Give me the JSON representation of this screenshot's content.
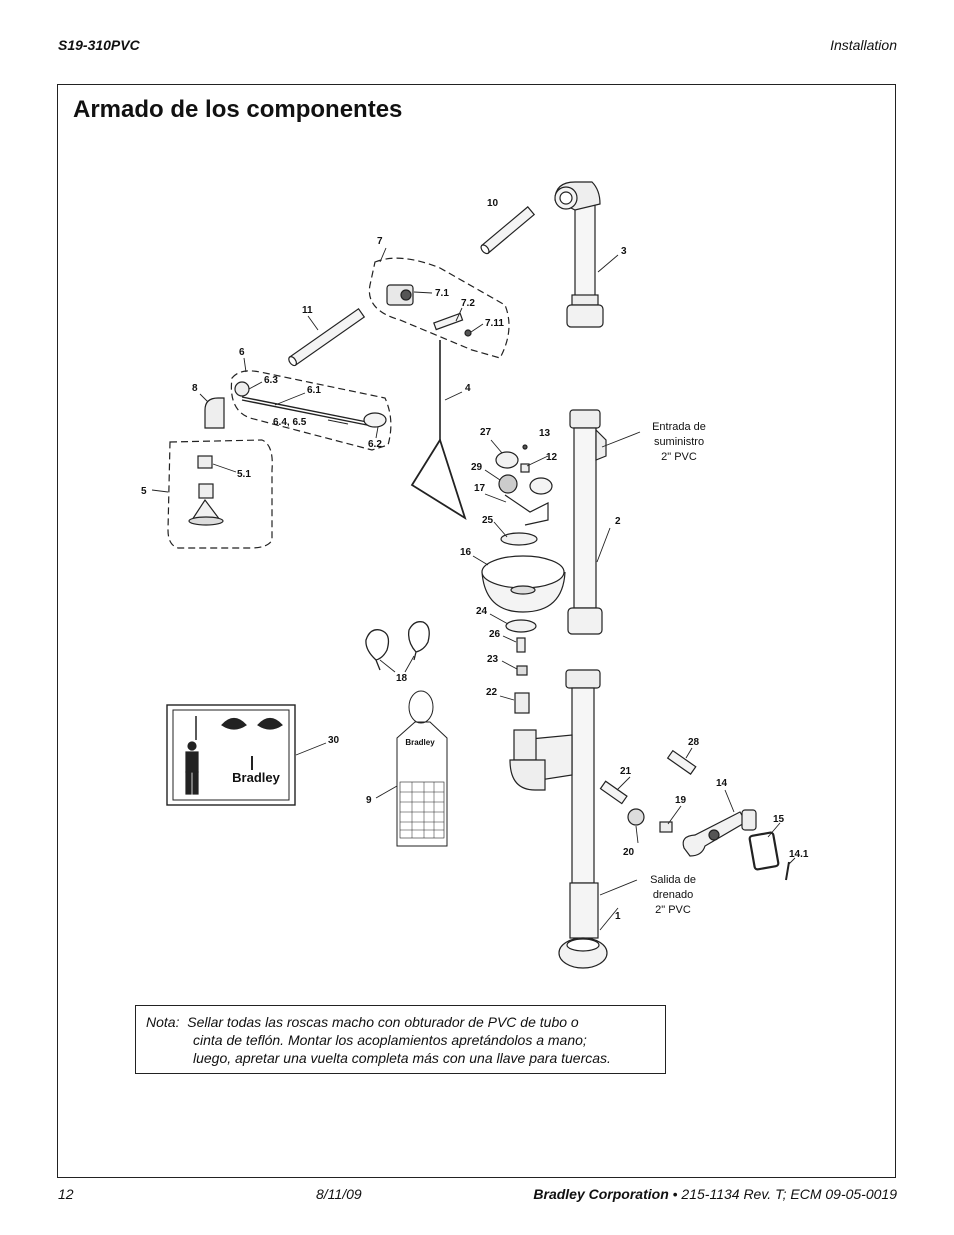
{
  "header": {
    "model": "S19-310PVC",
    "section": "Installation"
  },
  "title": "Armado de los componentes",
  "labels": {
    "p10": "10",
    "p7": "7",
    "p3": "3",
    "p7_1": "7.1",
    "p7_2": "7.2",
    "p7_11": "7.11",
    "p11": "11",
    "p6": "6",
    "p6_3": "6.3",
    "p6_1": "6.1",
    "p8": "8",
    "p4": "4",
    "p6_45": "6.4, 6.5",
    "p6_2": "6.2",
    "p27": "27",
    "p13": "13",
    "p12": "12",
    "p29": "29",
    "p17": "17",
    "p5_1": "5.1",
    "p5": "5",
    "p25": "25",
    "p2": "2",
    "p16": "16",
    "p24": "24",
    "p26": "26",
    "p23": "23",
    "p18": "18",
    "p22": "22",
    "p30": "30",
    "p28": "28",
    "p21": "21",
    "p14": "14",
    "p19": "19",
    "p9": "9",
    "p15": "15",
    "p20": "20",
    "p14_1": "14.1",
    "p1": "1"
  },
  "captions": {
    "supply": [
      "Entrada de",
      "suministro",
      "2\" PVC"
    ],
    "drain": [
      "Salida de",
      "drenado",
      "2\" PVC"
    ]
  },
  "sign_brand": "Bradley",
  "tag_brand": "Bradley",
  "note": {
    "prefix": "Nota:",
    "line1": "Sellar todas las roscas macho con obturador de PVC de tubo o",
    "line2": "cinta de teflón. Montar los acoplamientos apretándolos a mano;",
    "line3": "luego, apretar una vuelta completa más con una llave para tuercas."
  },
  "footer": {
    "page": "12",
    "date": "8/11/09",
    "company": "Bradley Corporation",
    "doc": " • 215-1134 Rev. T; ECM 09-05-0019"
  }
}
